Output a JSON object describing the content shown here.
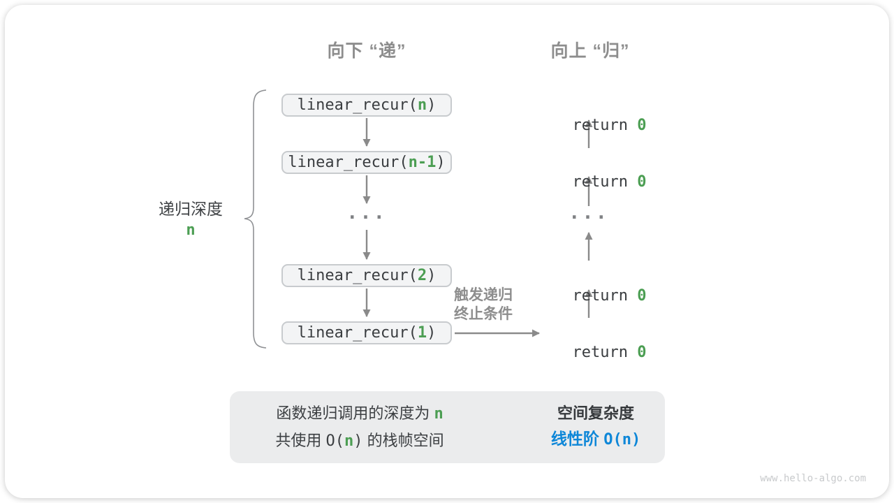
{
  "colors": {
    "accent_green": "#4c9e53",
    "accent_blue": "#0e87d8",
    "label_gray": "#8d8d8d",
    "arrow_gray": "#8a8a8a",
    "box_fill": "#f3f4f5",
    "box_border": "#c8cbce",
    "summary_fill": "#ebeced"
  },
  "headers": {
    "descend": "向下 “递”",
    "ascend": "向上 “归”"
  },
  "depth_brace": {
    "label": "递归深度",
    "value": "n"
  },
  "call_stack": {
    "boxes": [
      {
        "prefix": "linear_recur(",
        "arg": "n",
        "suffix": ")"
      },
      {
        "prefix": "linear_recur(",
        "arg": "n-1",
        "suffix": ")"
      },
      {
        "prefix": "linear_recur(",
        "arg": "2",
        "suffix": ")"
      },
      {
        "prefix": "linear_recur(",
        "arg": "1",
        "suffix": ")"
      }
    ],
    "ellipsis": "..."
  },
  "returns": {
    "items": [
      {
        "prefix": "return ",
        "value": "0"
      },
      {
        "prefix": "return ",
        "value": "0"
      },
      {
        "prefix": "return ",
        "value": "0"
      },
      {
        "prefix": "return ",
        "value": "0"
      }
    ],
    "ellipsis": "..."
  },
  "trigger_label": {
    "line1": "触发递归",
    "line2": "终止条件"
  },
  "summary": {
    "left": {
      "line1_text": "函数递归调用的深度为 ",
      "line1_value": "n",
      "line2_pre": "共使用 ",
      "line2_formula_open": "O(",
      "line2_formula_arg": "n",
      "line2_formula_close": ")",
      "line2_post": " 的栈帧空间"
    },
    "right": {
      "title": "空间复杂度",
      "result_label": "线性阶 ",
      "result_formula": "O(n)"
    }
  },
  "watermark": "www.hello-algo.com"
}
